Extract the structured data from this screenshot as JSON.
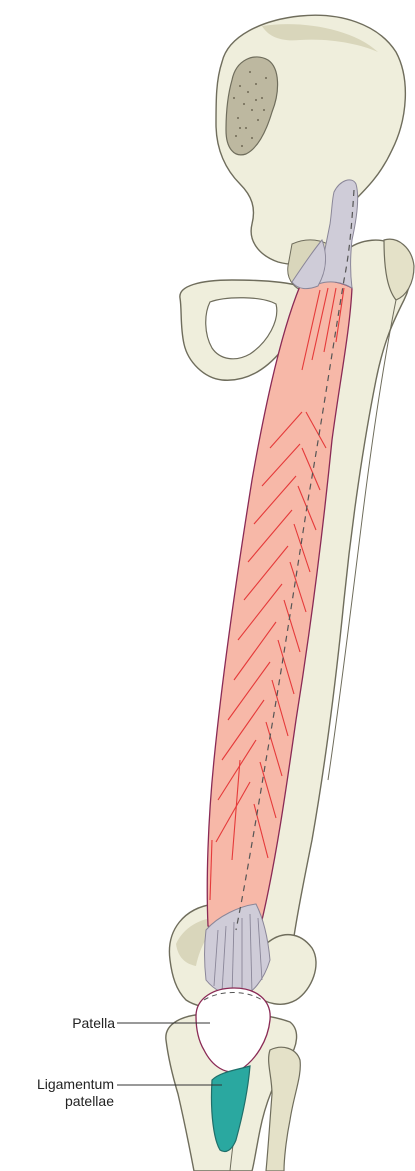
{
  "labels": {
    "patella": "Patella",
    "ligamentum_line1": "Ligamentum",
    "ligamentum_line2": "patellae"
  },
  "colors": {
    "bone_fill": "#efeedc",
    "bone_stroke": "#6f6d5c",
    "bone_shadow": "#c9c6a8",
    "muscle_fill": "#f7b8a8",
    "muscle_fiber": "#e53a3a",
    "muscle_outline": "#8a2a55",
    "tendon_fill": "#cfccd8",
    "ligament_fill": "#2aa8a0",
    "leader_line": "#333333",
    "label_text": "#222222"
  }
}
